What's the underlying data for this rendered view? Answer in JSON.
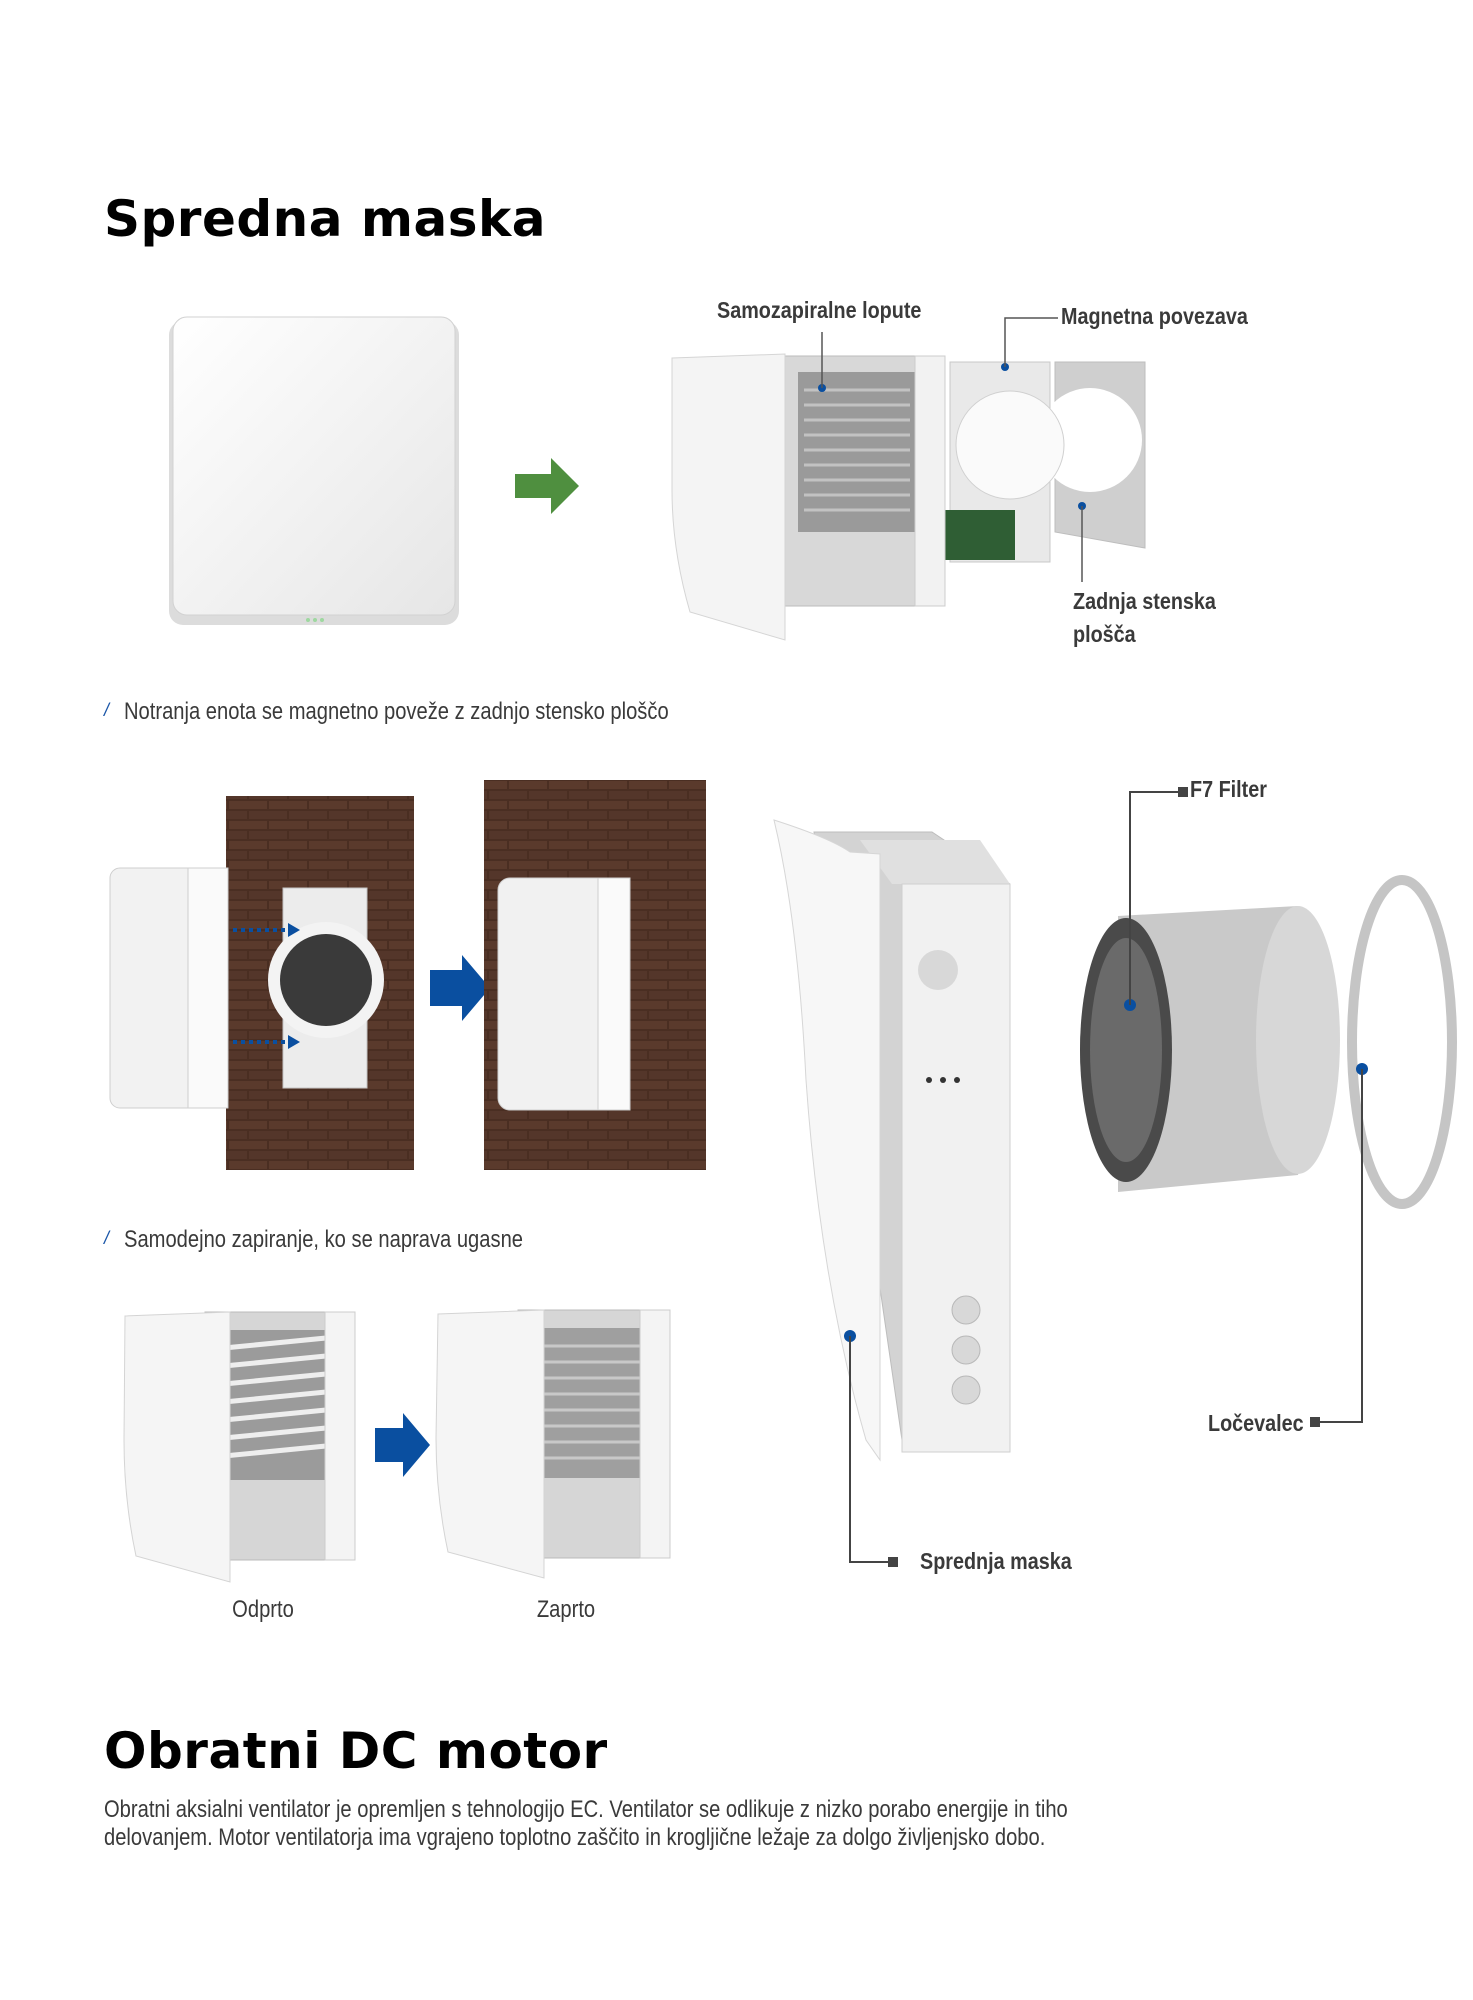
{
  "section1": {
    "title": "Spredna maska",
    "callouts": {
      "flaps": "Samozapiralne lopute",
      "magnetic": "Magnetna povezava",
      "back_plate_line1": "Zadnja stenska",
      "back_plate_line2": "plošča"
    },
    "caption1": "Notranja enota se magnetno poveže z zadnjo stensko ploščo",
    "caption2": "Samodejno zapiranje, ko se naprava ugasne",
    "state_open": "Odprto",
    "state_closed": "Zaprto",
    "exploded_labels": {
      "filter": "F7 Filter",
      "separator": "Ločevalec",
      "front_mask": "Sprednja maska"
    }
  },
  "section2": {
    "title": "Obratni DC motor",
    "body": "Obratni aksialni ventilator je opremljen s tehnologijo EC. Ventilator se odlikuje z nizko porabo energije in tiho delovanjem. Motor ventilatorja ima vgrajeno toplotno zaščito in krogljične ležaje za dolgo življenjsko dobo."
  },
  "colors": {
    "accent_blue": "#0a4fa0",
    "arrow_green": "#4f8f3f",
    "brick": "#4a2e22"
  }
}
